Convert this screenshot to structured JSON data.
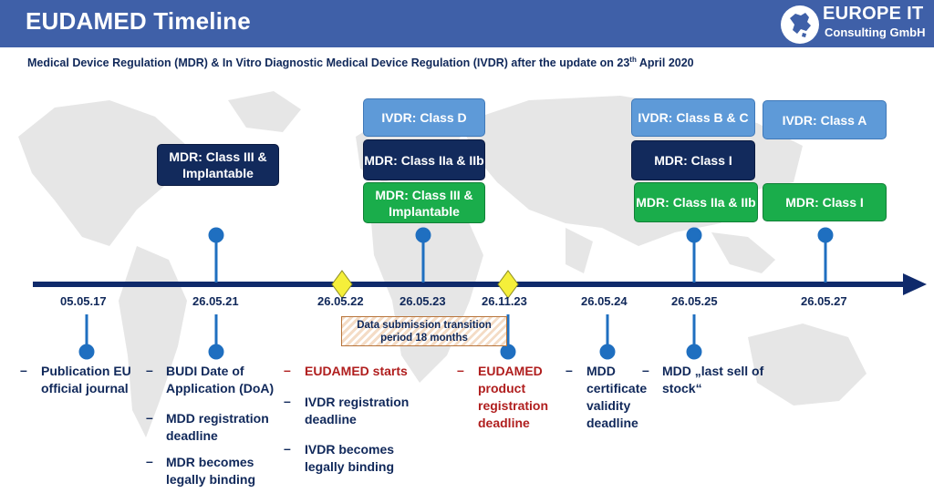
{
  "header": {
    "title": "EUDAMED Timeline",
    "logo_title": "EUROPE IT",
    "logo_subtitle": "Consulting GmbH",
    "subtitle_main": "Medical Device Regulation (MDR) & In Vitro Diagnostic Medical Device Regulation (IVDR) after the update on 23",
    "subtitle_sup": "th",
    "subtitle_end": " April 2020",
    "color": "#3f60a8"
  },
  "timeline": {
    "dates": [
      "05.05.17",
      "26.05.21",
      "26.05.22",
      "26.05.23",
      "26.11.23",
      "26.05.24",
      "26.05.25",
      "26.05.27"
    ],
    "transition_note": "Data submission transition period 18 months"
  },
  "boxes": {
    "mdr_class3_implantable_2021": "MDR: Class III & Implantable",
    "ivdr_class_d": "IVDR: Class D",
    "mdr_class2a_2b_2023": "MDR: Class IIa & IIb",
    "mdr_class3_implantable_2023": "MDR: Class III & Implantable",
    "ivdr_class_b_c": "IVDR: Class B & C",
    "mdr_class1_2025": "MDR: Class I",
    "mdr_class2a_2b_2025": "MDR: Class IIa & IIb",
    "ivdr_class_a": "IVDR: Class A",
    "mdr_class1_2027": "MDR: Class I"
  },
  "notes": {
    "publication": "Publication EU official journal",
    "budi": "BUDI Date of Application (DoA)",
    "mdd_registration": "MDD registration deadline",
    "mdr_binding": "MDR becomes legally binding",
    "eudamed_starts": "EUDAMED starts",
    "ivdr_registration": "IVDR registration deadline",
    "ivdr_binding": "IVDR becomes legally binding",
    "eudamed_product": "EUDAMED product registration deadline",
    "mdd_certificate": "MDD certificate validity deadline",
    "mdd_last_sell": "MDD „last sell of stock“"
  },
  "colors": {
    "navy": "#122a5c",
    "light_blue": "#5e9ad8",
    "green": "#1aad4b",
    "timeline": "#0f2a6b",
    "pin": "#1f6fc0",
    "diamond": "#f5ef3a",
    "red": "#b01e1e"
  }
}
